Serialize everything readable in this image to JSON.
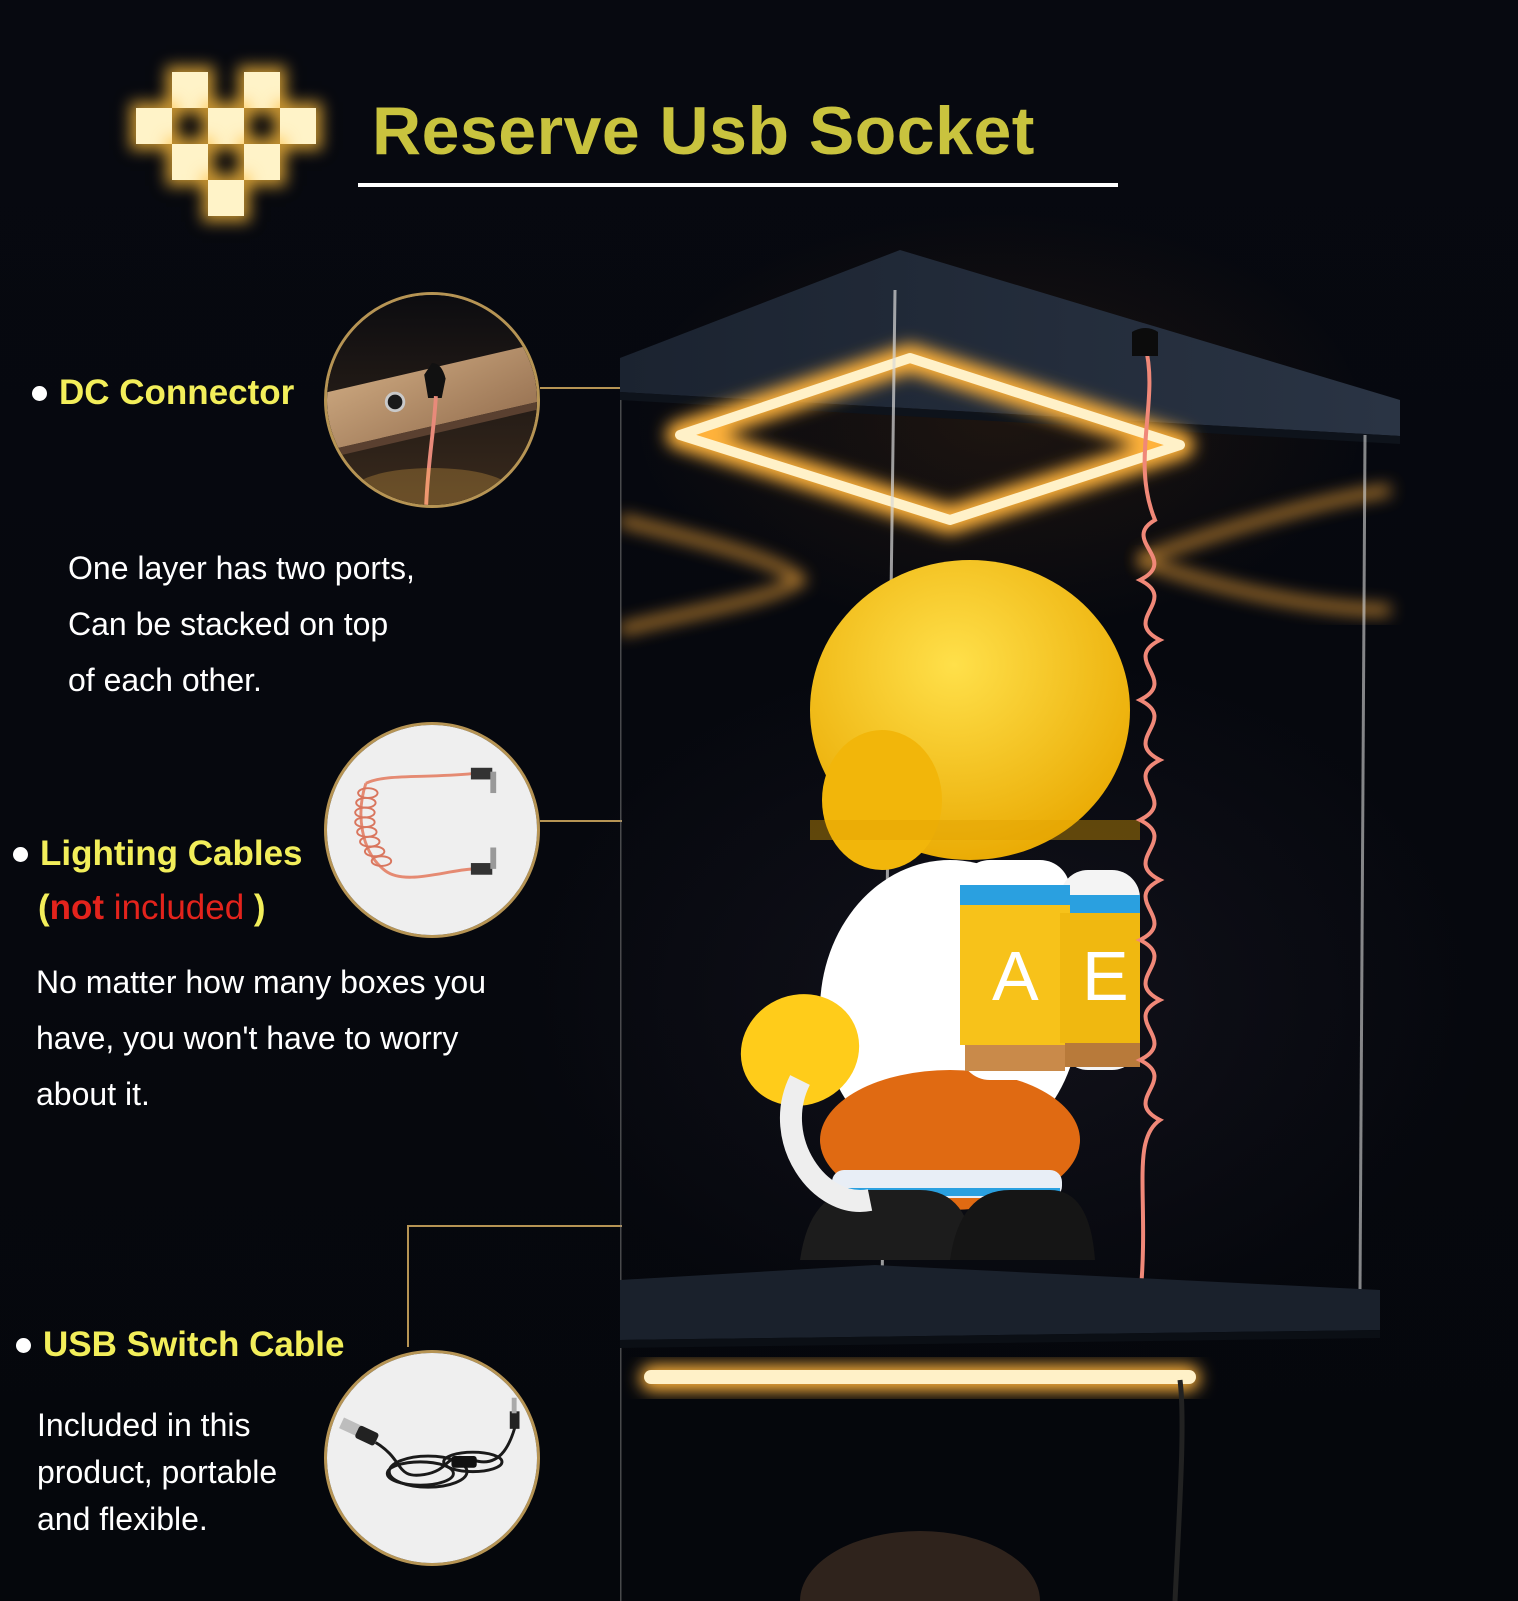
{
  "title": "Reserve Usb Socket",
  "features": [
    {
      "title": "DC Connector",
      "description": [
        "One layer has two ports,",
        "Can be stacked on top",
        "of each other."
      ]
    },
    {
      "title": "Lighting Cables",
      "note": {
        "open": "(",
        "not": "not",
        "rest": " included",
        "close": " )"
      },
      "description": [
        "No matter how many boxes you",
        "have, you won't have to worry",
        "about it."
      ]
    },
    {
      "title": "USB Switch Cable",
      "description": [
        "Included in this",
        "product, portable",
        "and flexible."
      ]
    }
  ],
  "figure_letters": {
    "left": "A",
    "right": "E"
  },
  "colors": {
    "title": "#c9c33e",
    "feature_title": "#f2ee5a",
    "not_included": "#e3231c",
    "accent_line": "#b69454",
    "glow": "#ffb23a",
    "background": "#05070c"
  },
  "icons": [
    "heart-pixel-logo",
    "dc-connector-photo",
    "coiled-cable-photo",
    "usb-switch-cable-photo",
    "display-case-photo"
  ]
}
